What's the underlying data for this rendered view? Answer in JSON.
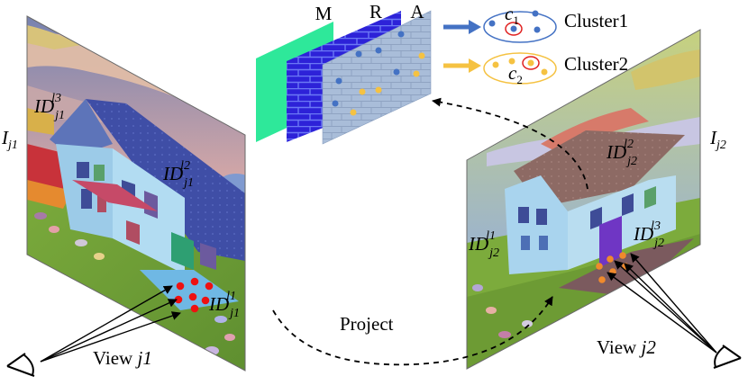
{
  "layers": {
    "m": "M",
    "r": "R",
    "a": "A"
  },
  "clusters": [
    {
      "center": "c",
      "center_sub": "1",
      "label": "Cluster1",
      "color": "#4472C4"
    },
    {
      "center": "c",
      "center_sub": "2",
      "label": "Cluster2",
      "color": "#F5C242"
    }
  ],
  "view1": {
    "image": {
      "main": "I",
      "sub": "j1"
    },
    "view_label": "View ",
    "view_id": "j1",
    "ids": [
      {
        "main": "ID",
        "sub": "j1",
        "sup": "l3"
      },
      {
        "main": "ID",
        "sub": "j1",
        "sup": "l2"
      },
      {
        "main": "ID",
        "sub": "j1",
        "sup": "l1"
      }
    ]
  },
  "view2": {
    "image": {
      "main": "I",
      "sub": "j2"
    },
    "view_label": "View ",
    "view_id": "j2",
    "ids": [
      {
        "main": "ID",
        "sub": "j2",
        "sup": "l2"
      },
      {
        "main": "ID",
        "sub": "j2",
        "sup": "l1"
      },
      {
        "main": "ID",
        "sub": "j2",
        "sup": "l3"
      }
    ]
  },
  "project_label": "Project",
  "colors": {
    "mask_layer": "#2EE89A",
    "rgb_layer": "#2D22D8",
    "attr_layer": "#A9BDD9",
    "keypoint_red": "#EE1111",
    "keypoint_orange": "#F08A2C",
    "cluster_ring": "#E0201F"
  }
}
